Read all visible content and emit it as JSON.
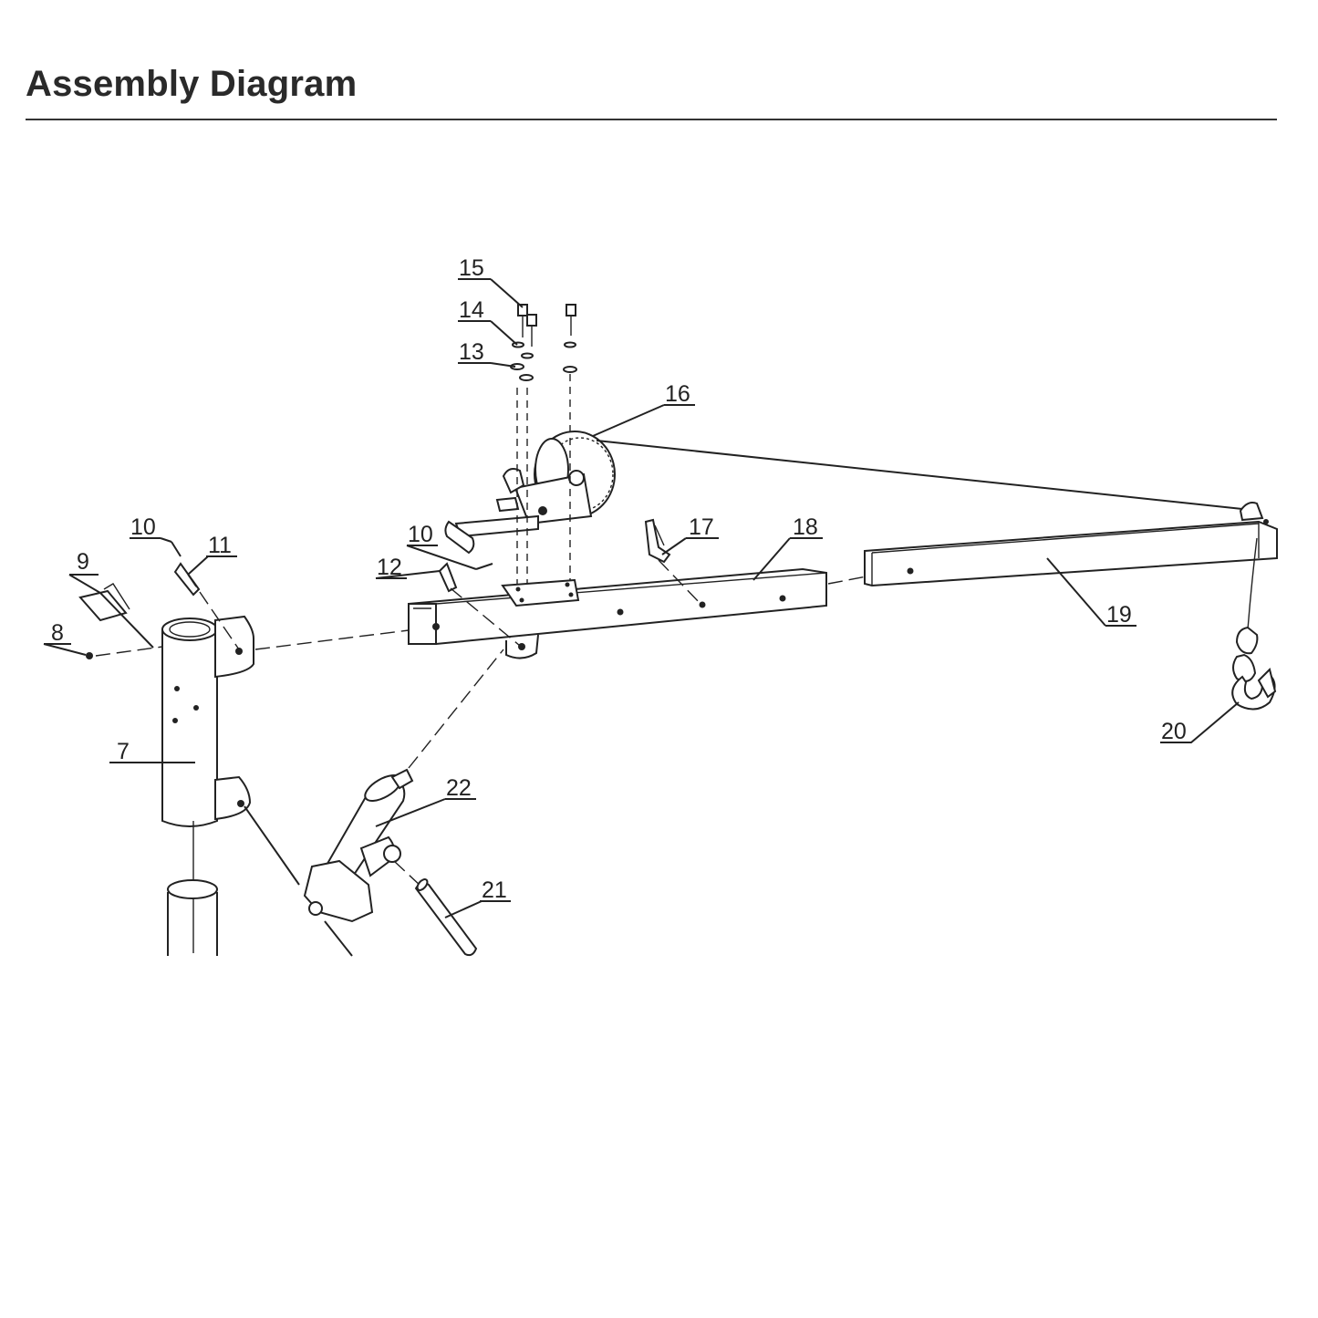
{
  "title": "Assembly Diagram",
  "callouts": [
    {
      "id": "c15",
      "text": "15"
    },
    {
      "id": "c14",
      "text": "14"
    },
    {
      "id": "c13",
      "text": "13"
    },
    {
      "id": "c16",
      "text": "16"
    },
    {
      "id": "c10a",
      "text": "10"
    },
    {
      "id": "c11",
      "text": "11"
    },
    {
      "id": "c9",
      "text": "9"
    },
    {
      "id": "c8",
      "text": "8"
    },
    {
      "id": "c7",
      "text": "7"
    },
    {
      "id": "c10b",
      "text": "10"
    },
    {
      "id": "c12",
      "text": "12"
    },
    {
      "id": "c17",
      "text": "17"
    },
    {
      "id": "c18",
      "text": "18"
    },
    {
      "id": "c19",
      "text": "19"
    },
    {
      "id": "c20",
      "text": "20"
    },
    {
      "id": "c22",
      "text": "22"
    },
    {
      "id": "c21",
      "text": "21"
    }
  ]
}
